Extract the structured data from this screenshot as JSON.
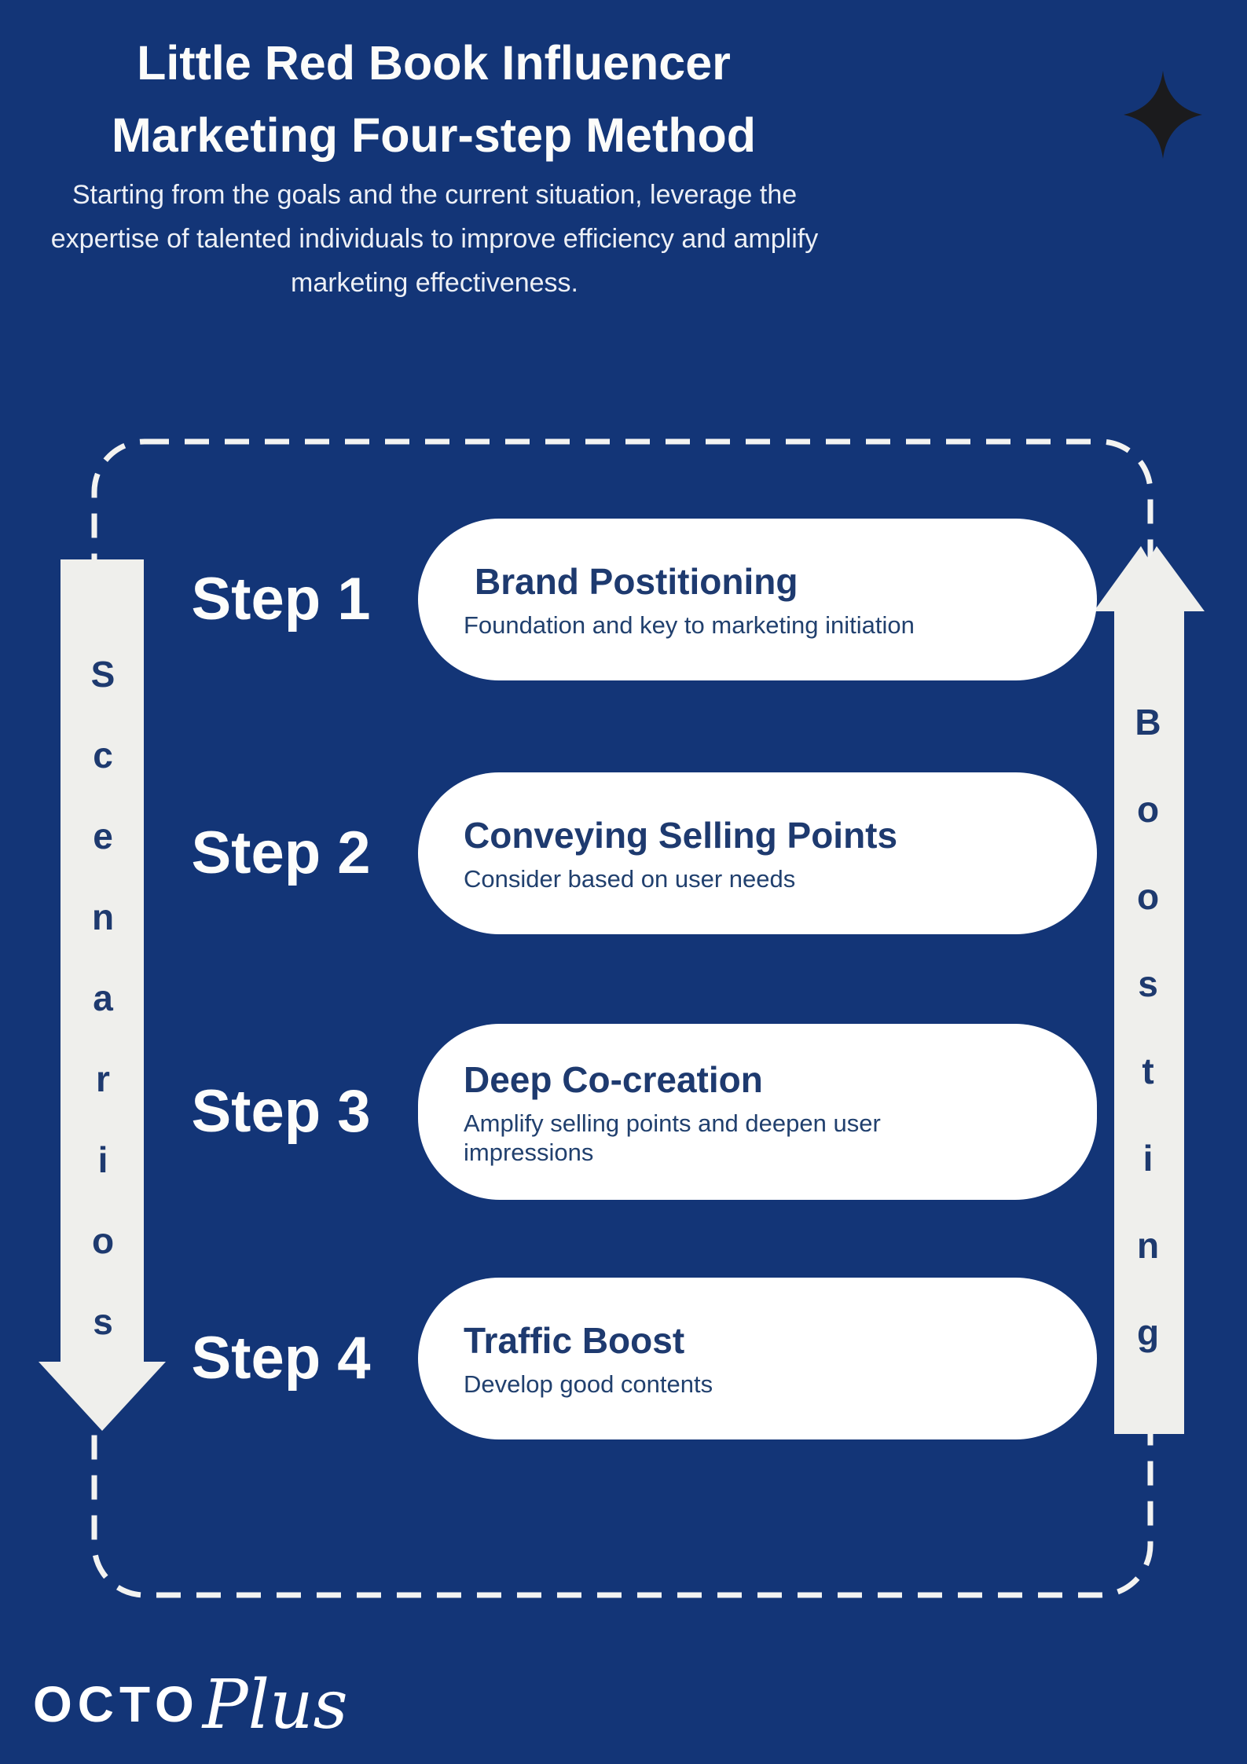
{
  "header": {
    "title_line1": "Little Red Book Influencer",
    "title_line2": "Marketing Four-step Method",
    "subtitle": "Starting from the goals and the current situation, leverage the expertise of talented individuals to improve efficiency and amplify marketing effectiveness."
  },
  "flow": {
    "left_arrow_label": "Scenarios",
    "right_arrow_label": "Boosting",
    "steps": [
      {
        "label": "Step 1",
        "title": "Brand Postitioning",
        "description": "Foundation and key to marketing initiation"
      },
      {
        "label": "Step 2",
        "title": "Conveying Selling Points",
        "description": "Consider based on user needs"
      },
      {
        "label": "Step 3",
        "title": "Deep Co-creation",
        "description": "Amplify selling points and deepen user impressions"
      },
      {
        "label": "Step 4",
        "title": "Traffic Boost",
        "description": "Develop good contents"
      }
    ]
  },
  "footer": {
    "brand_text": "OCTO",
    "brand_script": "Plus"
  },
  "icons": {
    "sparkle": "four-pointed-star"
  },
  "colors": {
    "background": "#133577",
    "card_background": "#ffffff",
    "navy_text": "#1e3a6f",
    "arrow_fill": "#efefec",
    "dashed_border": "#f3f3f1",
    "title_text": "#fcfcfa",
    "sparkle": "#1b1b1d"
  }
}
